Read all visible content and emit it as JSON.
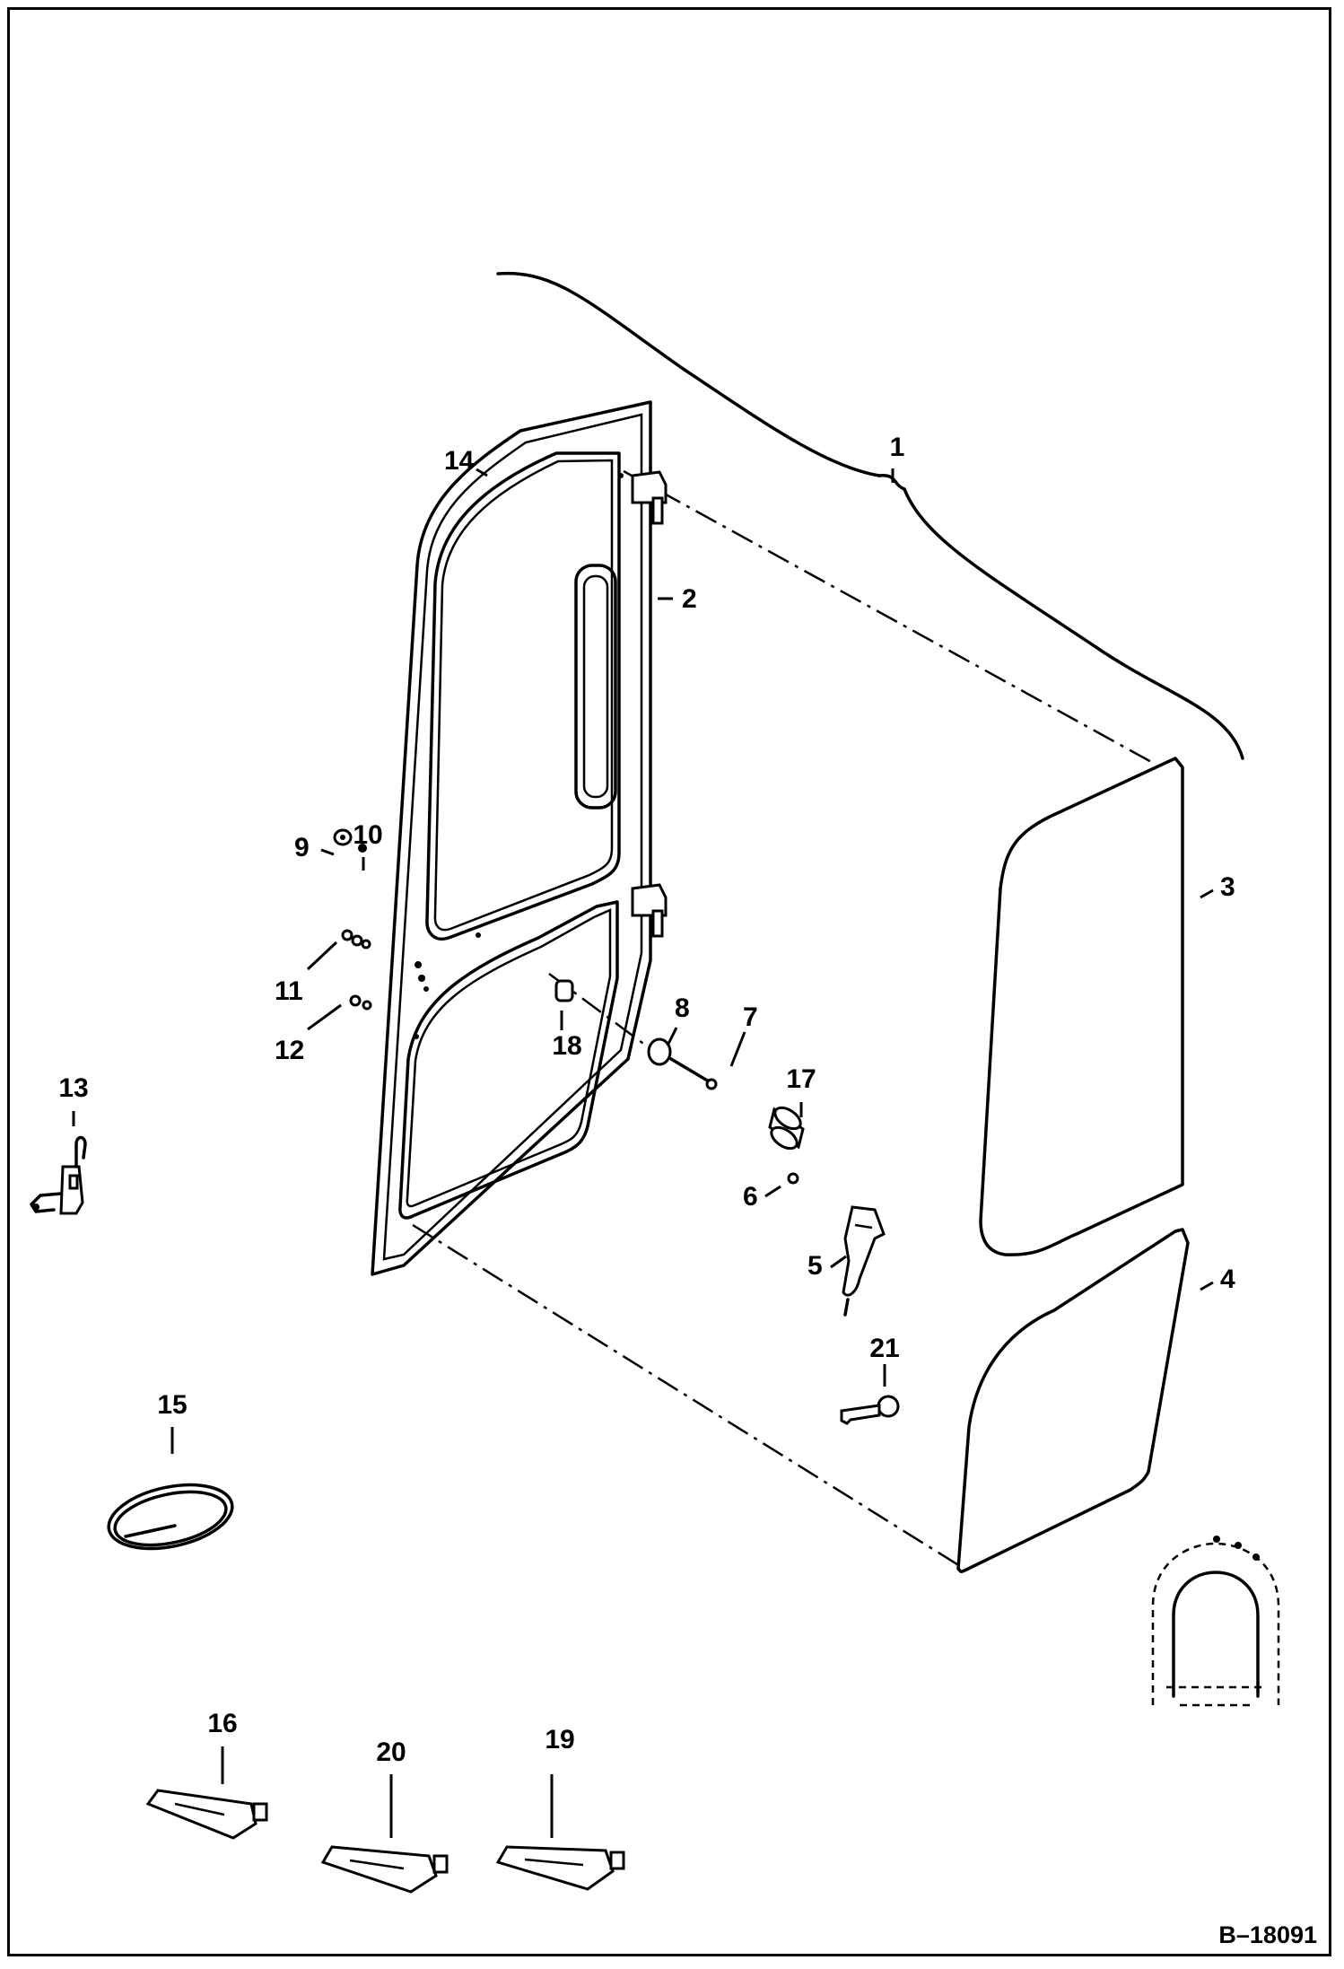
{
  "diagram": {
    "reference": "B–18091",
    "callouts": [
      {
        "id": "c1",
        "label": "1"
      },
      {
        "id": "c2",
        "label": "2"
      },
      {
        "id": "c3",
        "label": "3"
      },
      {
        "id": "c4",
        "label": "4"
      },
      {
        "id": "c5",
        "label": "5"
      },
      {
        "id": "c6",
        "label": "6"
      },
      {
        "id": "c7",
        "label": "7"
      },
      {
        "id": "c8",
        "label": "8"
      },
      {
        "id": "c9",
        "label": "9"
      },
      {
        "id": "c10",
        "label": "10"
      },
      {
        "id": "c11",
        "label": "11"
      },
      {
        "id": "c12",
        "label": "12"
      },
      {
        "id": "c13",
        "label": "13"
      },
      {
        "id": "c14",
        "label": "14"
      },
      {
        "id": "c15",
        "label": "15"
      },
      {
        "id": "c16",
        "label": "16"
      },
      {
        "id": "c17",
        "label": "17"
      },
      {
        "id": "c18",
        "label": "18"
      },
      {
        "id": "c19",
        "label": "19"
      },
      {
        "id": "c20",
        "label": "20"
      },
      {
        "id": "c21",
        "label": "21"
      }
    ]
  }
}
